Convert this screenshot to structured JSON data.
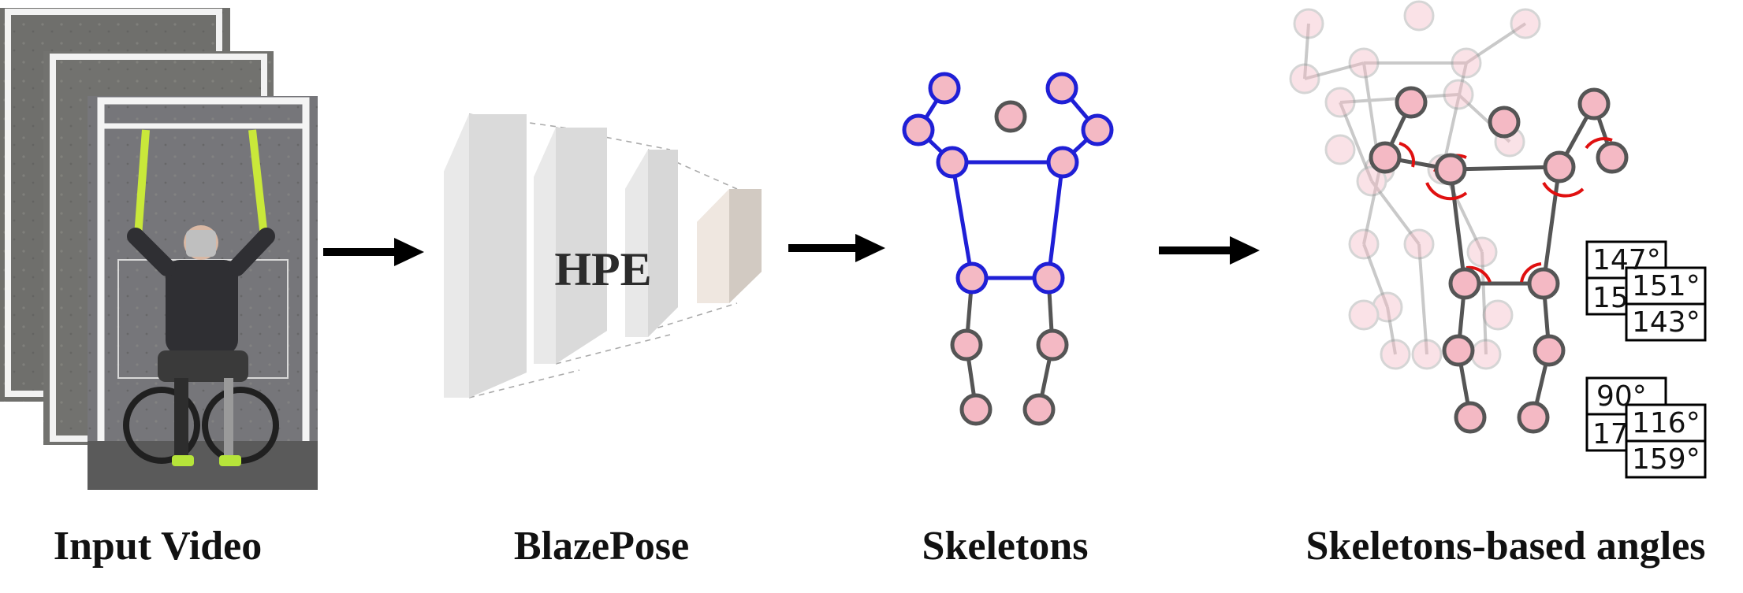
{
  "stages": {
    "input": {
      "label": "Input Video"
    },
    "model": {
      "label": "BlazePose",
      "block_label": "HPE"
    },
    "skeleton": {
      "label": "Skeletons"
    },
    "angles": {
      "label": "Skeletons-based angles"
    }
  },
  "angle_boxes": {
    "upper": [
      "147°",
      "151°",
      "143°",
      "15"
    ],
    "lower": [
      "90°",
      "116°",
      "159°",
      "17"
    ]
  },
  "colors": {
    "joint_fill": "#f4b9c4",
    "skeleton_blue": "#1f1fd6",
    "skeleton_gray": "#555555",
    "angle_arc": "#e01010",
    "arrow": "#000000"
  }
}
